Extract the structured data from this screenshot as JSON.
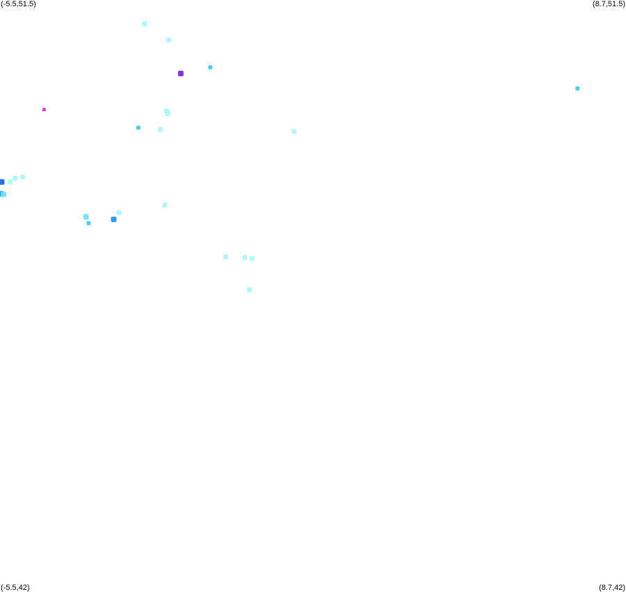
{
  "corners": {
    "top_left": "(-5.5,51.5)",
    "top_right": "(8.7,51.5)",
    "bottom_left": "(-5.5,42)",
    "bottom_right": "(8.7,42)"
  },
  "bounds": {
    "lon_min": -5.5,
    "lon_max": 8.7,
    "lat_min": 42,
    "lat_max": 51.5
  },
  "intensity_colors": {
    "very_light": "#a8f4ff",
    "light": "#6ee0fb",
    "medium": "#3ec4f0",
    "strong": "#1e8ee6",
    "stronger": "#1462d8",
    "very_strong": "#7a1fc9",
    "extreme": "#d21fe0"
  },
  "points": [
    {
      "lon": -2.22,
      "lat": 51.12,
      "level": "very_light"
    },
    {
      "lon": -1.67,
      "lat": 50.86,
      "level": "very_light"
    },
    {
      "lon": -1.4,
      "lat": 50.32,
      "level": "very_strong"
    },
    {
      "lon": -0.73,
      "lat": 50.42,
      "level": "medium"
    },
    {
      "lon": 7.6,
      "lat": 50.08,
      "level": "medium"
    },
    {
      "lon": -4.5,
      "lat": 49.74,
      "level": "extreme"
    },
    {
      "lon": -1.72,
      "lat": 49.72,
      "level": "very_light"
    },
    {
      "lon": -1.7,
      "lat": 49.68,
      "level": "very_light"
    },
    {
      "lon": -2.36,
      "lat": 49.45,
      "level": "medium"
    },
    {
      "lon": -1.86,
      "lat": 49.42,
      "level": "very_light"
    },
    {
      "lon": 1.17,
      "lat": 49.39,
      "level": "very_light"
    },
    {
      "lon": -5.16,
      "lat": 48.64,
      "level": "very_light"
    },
    {
      "lon": -4.98,
      "lat": 48.66,
      "level": "very_light"
    },
    {
      "lon": -5.46,
      "lat": 48.58,
      "level": "stronger"
    },
    {
      "lon": -5.27,
      "lat": 48.58,
      "level": "very_light"
    },
    {
      "lon": -5.48,
      "lat": 48.39,
      "level": "strong"
    },
    {
      "lon": -5.42,
      "lat": 48.38,
      "level": "light"
    },
    {
      "lon": -1.76,
      "lat": 48.21,
      "level": "very_light"
    },
    {
      "lon": -2.8,
      "lat": 48.09,
      "level": "very_light"
    },
    {
      "lon": -3.55,
      "lat": 48.02,
      "level": "light"
    },
    {
      "lon": -3.49,
      "lat": 47.92,
      "level": "medium"
    },
    {
      "lon": -2.92,
      "lat": 47.98,
      "level": "strong"
    },
    {
      "lon": -0.38,
      "lat": 47.38,
      "level": "very_light"
    },
    {
      "lon": 0.05,
      "lat": 47.37,
      "level": "very_light"
    },
    {
      "lon": 0.22,
      "lat": 47.35,
      "level": "very_light"
    },
    {
      "lon": 0.16,
      "lat": 46.85,
      "level": "very_light"
    }
  ]
}
